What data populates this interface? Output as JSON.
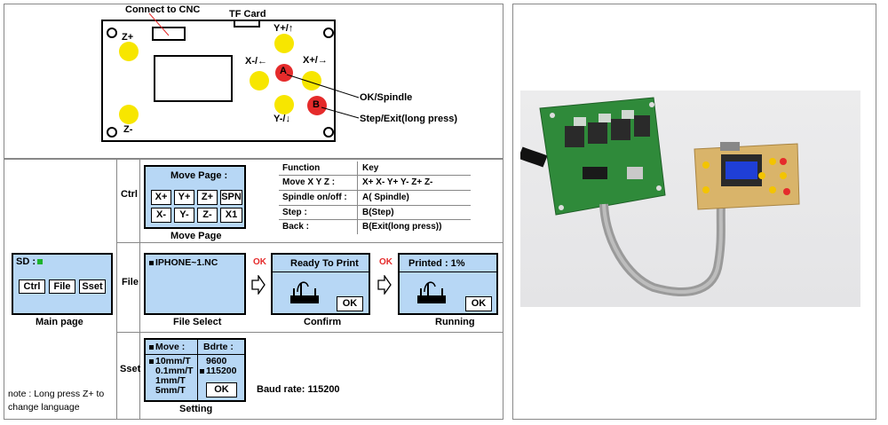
{
  "board": {
    "connect_label": "Connect to CNC",
    "tf_label": "TF Card",
    "z_plus": "Z+",
    "z_minus": "Z-",
    "y_plus": "Y+/↑",
    "y_minus": "Y-/↓",
    "x_minus": "X-/←",
    "x_plus": "X+/→",
    "btn_a": "A",
    "btn_b": "B",
    "ok_label": "OK/Spindle",
    "step_label": "Step/Exit(long press)",
    "yellow": "#f7e600",
    "red": "#e52b2b"
  },
  "menu": {
    "main": {
      "sd": "SD :",
      "buttons": [
        "Ctrl",
        "File",
        "Sset"
      ],
      "caption": "Main page"
    },
    "note": "note : Long press Z+ to change language",
    "ctrl": {
      "row_label": "Ctrl",
      "title": "Move Page :",
      "keys_top": [
        "X+",
        "Y+",
        "Z+",
        "SPN"
      ],
      "keys_bottom": [
        "X-",
        "Y-",
        "Z-",
        "X1"
      ],
      "caption": "Move Page",
      "table": {
        "header": [
          "Function",
          "Key"
        ],
        "rows": [
          [
            "Move X Y Z :",
            "X+  X-  Y+  Y-  Z+  Z-"
          ],
          [
            "Spindle on/off :",
            "A( Spindle)"
          ],
          [
            "Step :",
            "B(Step)"
          ],
          [
            "Back :",
            "B(Exit(long press))"
          ]
        ]
      }
    },
    "file": {
      "row_label": "File",
      "filename": "IPHONE~1.NC",
      "caption": "File Select",
      "ok1": "OK",
      "confirm_title": "Ready To Print",
      "confirm_ok": "OK",
      "confirm_caption": "Confirm",
      "ok2": "OK",
      "running_title": "Printed : 1%",
      "running_ok": "OK",
      "running_caption": "Running"
    },
    "sset": {
      "row_label": "Sset",
      "move_header": "Move :",
      "baud_header": "Bdrte :",
      "move_options": [
        "10mm/T",
        "0.1mm/T",
        "1mm/T",
        "5mm/T"
      ],
      "baud_options": [
        "9600",
        "115200"
      ],
      "ok": "OK",
      "caption": "Setting",
      "baud_note": "Baud rate: 115200"
    }
  },
  "photo": {
    "screen_color": "#1f3fd6",
    "pcb_color": "#2f8a3a",
    "panel_color": "#d9b46a"
  }
}
